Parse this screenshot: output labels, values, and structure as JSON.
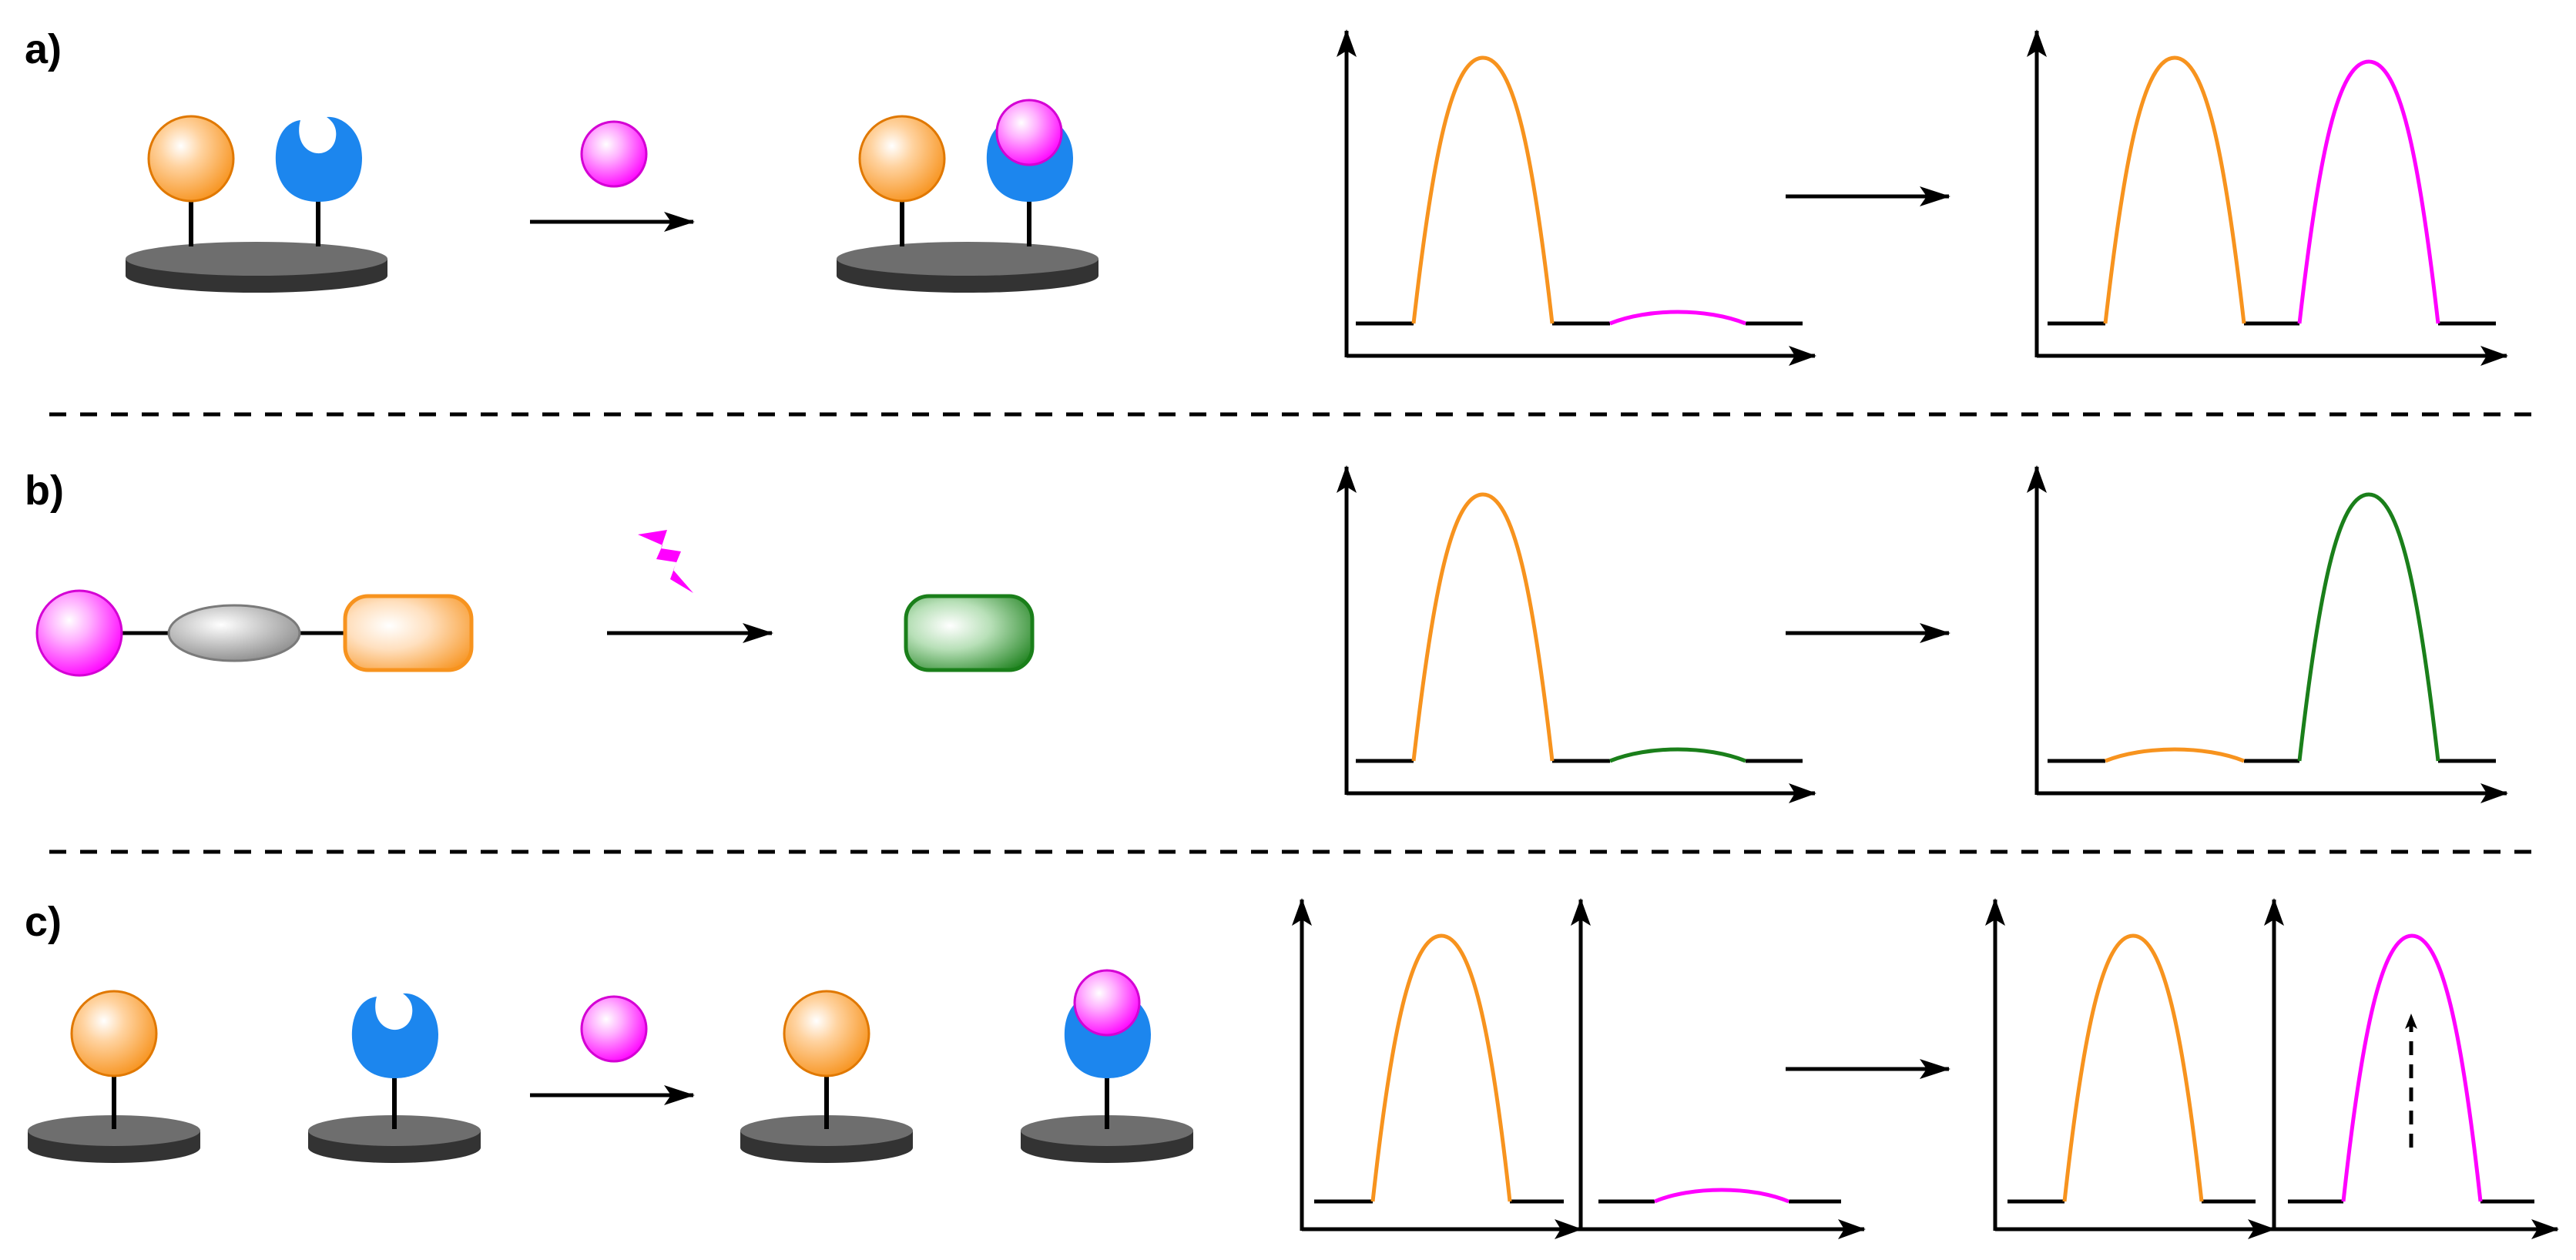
{
  "panels": [
    {
      "label": "a)"
    },
    {
      "label": "b)"
    },
    {
      "label": "c)"
    }
  ],
  "colors": {
    "orange": "#f7931e",
    "blue": "#1c86ee",
    "magenta": "#ff00ff",
    "green": "#1a7f1a",
    "grey": "#a0a0a0",
    "surface": "#4d4d4d",
    "axis": "#000000"
  },
  "icons": {
    "probe": "orange-sphere-icon",
    "receptor": "blue-receptor-icon",
    "analyte": "magenta-sphere-icon",
    "linker": "grey-ellipse-icon",
    "product": "green-capsule-icon",
    "light": "lightning-bolt-icon",
    "surface": "dark-disc-surface-icon"
  }
}
